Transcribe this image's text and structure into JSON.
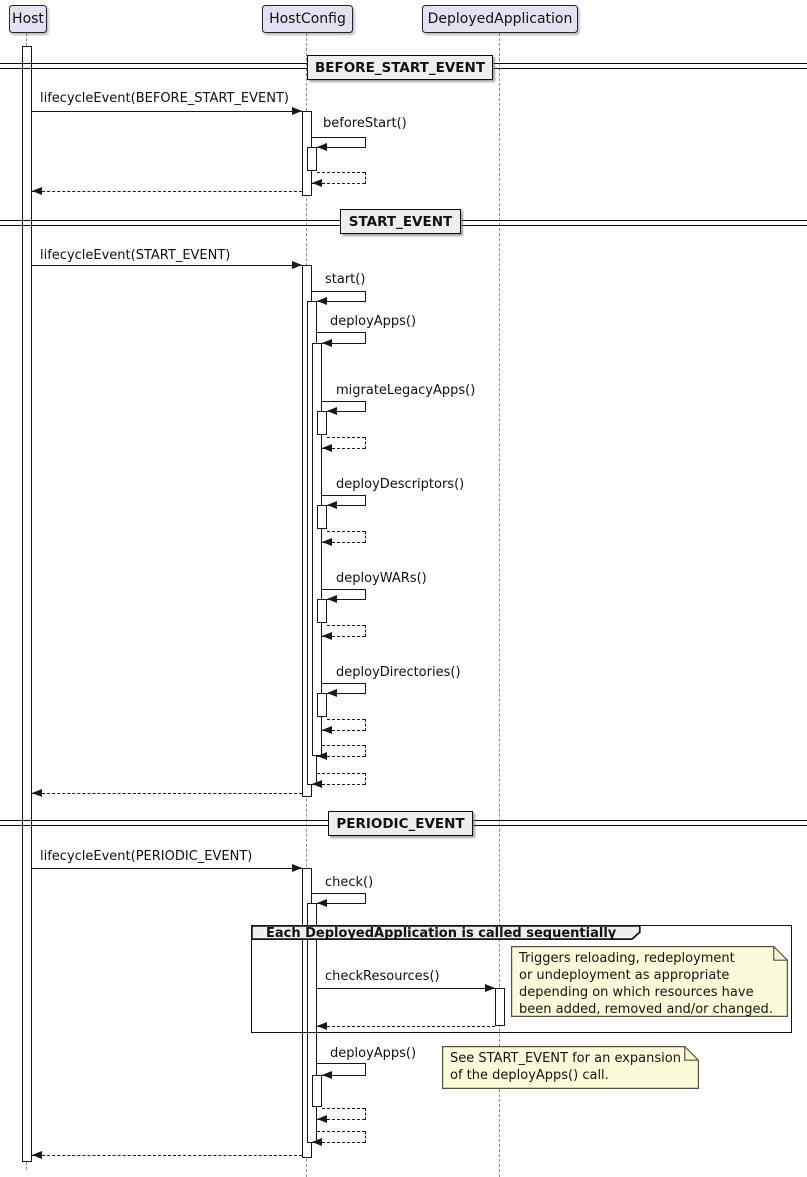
{
  "diagram_type": "uml-sequence",
  "participants": {
    "host": "Host",
    "host_config": "HostConfig",
    "deployed_application": "DeployedApplication"
  },
  "dividers": {
    "before_start": "BEFORE_START_EVENT",
    "start": "START_EVENT",
    "periodic": "PERIODIC_EVENT"
  },
  "messages": {
    "lifecycle_before_start": "lifecycleEvent(BEFORE_START_EVENT)",
    "before_start": "beforeStart()",
    "lifecycle_start": "lifecycleEvent(START_EVENT)",
    "start": "start()",
    "deploy_apps_1": "deployApps()",
    "migrate_legacy_apps": "migrateLegacyApps()",
    "deploy_descriptors": "deployDescriptors()",
    "deploy_wars": "deployWARs()",
    "deploy_directories": "deployDirectories()",
    "lifecycle_periodic": "lifecycleEvent(PERIODIC_EVENT)",
    "check": "check()",
    "check_resources": "checkResources()",
    "deploy_apps_2": "deployApps()"
  },
  "group": {
    "label": "Each DeployedApplication is called sequentially"
  },
  "notes": {
    "check_resources_note": "Triggers reloading, redeployment\nor undeployment as appropriate\ndepending on which resources have\nbeen added, removed and/or changed.",
    "deploy_apps_note": "See START_EVENT for an expansion\nof the deployApps() call."
  },
  "colors": {
    "participant_bg": "#E2E2F0",
    "divider_bg": "#EEEEEE",
    "note_bg": "#FBFBD9",
    "line": "#181818",
    "lifeline": "#8A8A8A",
    "activation_fill": "#FFFFFF"
  }
}
